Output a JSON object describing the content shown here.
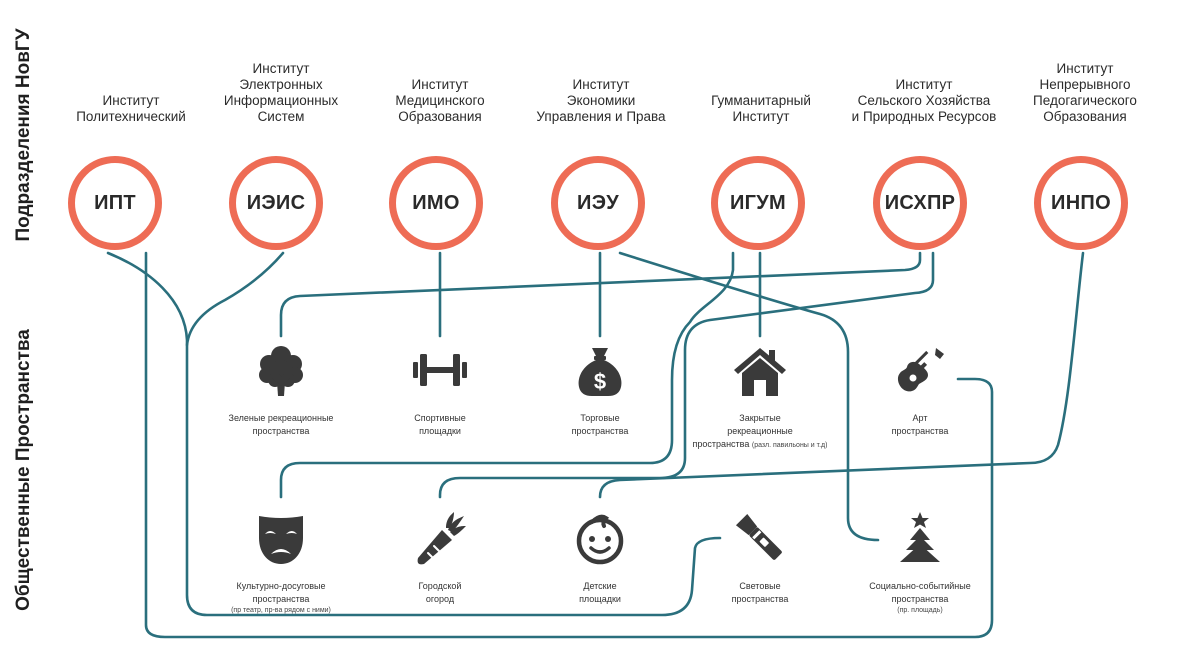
{
  "labels": {
    "top": "Подразделения НовГУ",
    "bottom": "Общественные Пространства"
  },
  "institutes": [
    {
      "id": "ipt",
      "name": "Институт\nПолитехнический",
      "abbr": "ИПТ"
    },
    {
      "id": "ieis",
      "name": "Институт\nЭлектронных\nИнформационных\nСистем",
      "abbr": "ИЭИС"
    },
    {
      "id": "imo",
      "name": "Институт\nМедицинского\nОбразования",
      "abbr": "ИМО"
    },
    {
      "id": "ieu",
      "name": "Институт\nЭкономики\nУправления и Права",
      "abbr": "ИЭУ"
    },
    {
      "id": "igum",
      "name": "Гумманитарный\nИнститут",
      "abbr": "ИГУМ"
    },
    {
      "id": "iskhpr",
      "name": "Институт\nСельского Хозяйства\nи Природных Ресурсов",
      "abbr": "ИСХПР"
    },
    {
      "id": "inpo",
      "name": "Институт\nНепрерывного\nПедогагического\nОбразования",
      "abbr": "ИНПО"
    }
  ],
  "spaces": [
    {
      "id": "green",
      "icon": "tree-icon",
      "label": "Зеленые рекреационные\nпространства",
      "note": ""
    },
    {
      "id": "sport",
      "icon": "dumbbell-icon",
      "label": "Спортивные\nплощадки",
      "note": ""
    },
    {
      "id": "trade",
      "icon": "money-bag-icon",
      "label": "Торговые\nпространства",
      "note": ""
    },
    {
      "id": "closed",
      "icon": "house-icon",
      "label": "Закрытые\nрекреационные\nпространства",
      "note": "(разл. павильоны и т.д)"
    },
    {
      "id": "art",
      "icon": "guitar-icon",
      "label": "Арт\nпространства",
      "note": ""
    },
    {
      "id": "culture",
      "icon": "theater-mask-icon",
      "label": "Культурно-досуговые\nпространства",
      "note": "(пр театр, пр-ва рядом с ними)"
    },
    {
      "id": "garden",
      "icon": "carrot-icon",
      "label": "Городской\nогород",
      "note": ""
    },
    {
      "id": "kids",
      "icon": "baby-face-icon",
      "label": "Детские\nплощадки",
      "note": ""
    },
    {
      "id": "light",
      "icon": "flashlight-icon",
      "label": "Световые\nпространства",
      "note": ""
    },
    {
      "id": "social",
      "icon": "christmas-tree-icon",
      "label": "Социально-событийные\nпространства",
      "note": "(пр. площадь)"
    }
  ],
  "colors": {
    "accent": "#ee6c55",
    "line": "#2a6f7d",
    "icon": "#3a3a3a"
  }
}
